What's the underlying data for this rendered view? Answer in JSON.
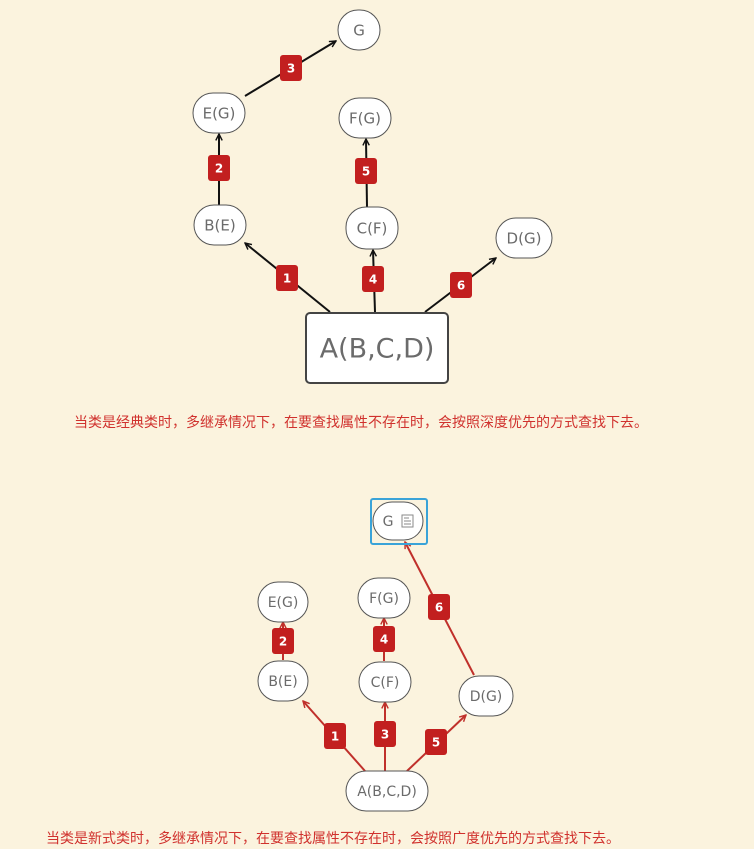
{
  "diagrams": [
    {
      "id": "classic",
      "edge_color": "#111111",
      "nodes": [
        {
          "id": "G",
          "label": "G"
        },
        {
          "id": "EG",
          "label": "E(G)"
        },
        {
          "id": "FG",
          "label": "F(G)"
        },
        {
          "id": "BE",
          "label": "B(E)"
        },
        {
          "id": "CF",
          "label": "C(F)"
        },
        {
          "id": "DG",
          "label": "D(G)"
        },
        {
          "id": "A",
          "label": "A(B,C,D)"
        }
      ],
      "edges": [
        {
          "from": "A",
          "to": "BE",
          "order": "1"
        },
        {
          "from": "BE",
          "to": "EG",
          "order": "2"
        },
        {
          "from": "EG",
          "to": "G",
          "order": "3"
        },
        {
          "from": "A",
          "to": "CF",
          "order": "4"
        },
        {
          "from": "CF",
          "to": "FG",
          "order": "5"
        },
        {
          "from": "A",
          "to": "DG",
          "order": "6"
        }
      ],
      "caption": "当类是经典类时，多继承情况下，在要查找属性不存在时，会按照深度优先的方式查找下去。"
    },
    {
      "id": "new_style",
      "edge_color": "#c0302b",
      "nodes": [
        {
          "id": "G",
          "label": "G",
          "selected": true,
          "note_icon": "note-icon"
        },
        {
          "id": "EG",
          "label": "E(G)"
        },
        {
          "id": "FG",
          "label": "F(G)"
        },
        {
          "id": "BE",
          "label": "B(E)"
        },
        {
          "id": "CF",
          "label": "C(F)"
        },
        {
          "id": "DG",
          "label": "D(G)"
        },
        {
          "id": "A",
          "label": "A(B,C,D)"
        }
      ],
      "edges": [
        {
          "from": "A",
          "to": "BE",
          "order": "1"
        },
        {
          "from": "BE",
          "to": "EG",
          "order": "2"
        },
        {
          "from": "A",
          "to": "CF",
          "order": "3"
        },
        {
          "from": "CF",
          "to": "FG",
          "order": "4"
        },
        {
          "from": "A",
          "to": "DG",
          "order": "5"
        },
        {
          "from": "DG",
          "to": "G",
          "order": "6"
        }
      ],
      "caption": "当类是新式类时，多继承情况下，在要查找属性不存在时，会按照广度优先的方式查找下去。"
    }
  ],
  "colors": {
    "background": "#fbf3de",
    "badge": "#c21f1f",
    "node_border": "#555555",
    "node_fill": "#ffffff",
    "selection": "#3aa3d8",
    "caption": "#d0312d"
  }
}
